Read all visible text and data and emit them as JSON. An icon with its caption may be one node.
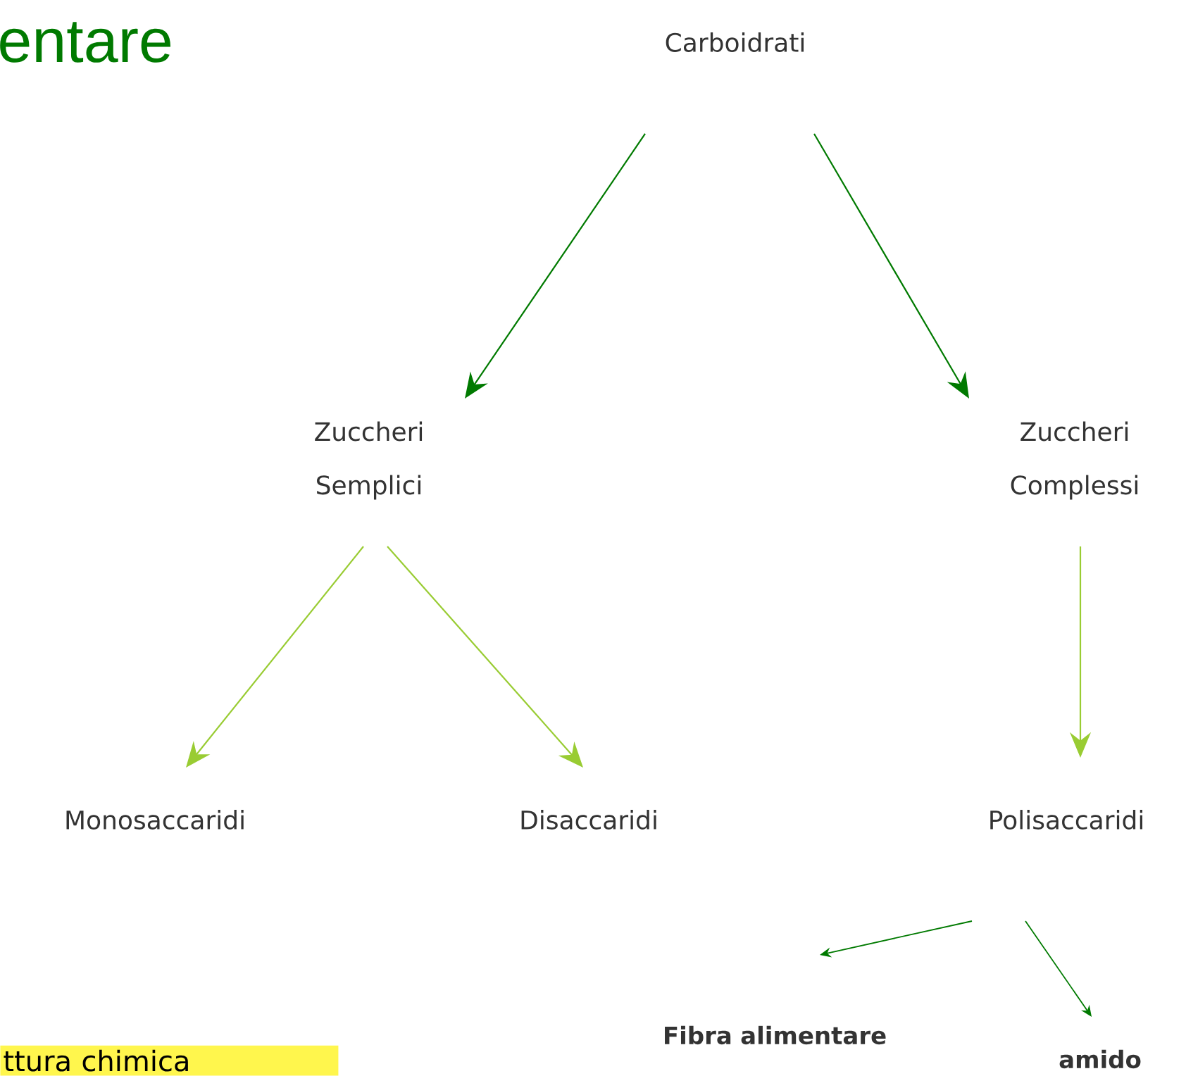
{
  "diagram": {
    "title": "entare",
    "nodes": [
      {
        "text": [
          "Carboidrati"
        ]
      },
      {
        "text": [
          "Zuccheri Semplici"
        ]
      },
      {
        "text": [
          "Zuccheri Complessi"
        ]
      },
      {
        "text": [
          "Monosaccaridi"
        ]
      },
      {
        "text": [
          "Disaccaridi"
        ]
      },
      {
        "text": [
          "Polisaccaridi"
        ]
      },
      {
        "text": [
          "Fibra alimentare"
        ]
      },
      {
        "text": [
          "amido"
        ]
      }
    ],
    "edges": [
      {
        "from": 0,
        "to": 1,
        "arrow": "to"
      },
      {
        "from": 0,
        "to": 2,
        "arrow": "to"
      },
      {
        "from": 1,
        "to": 3,
        "arrow": "to",
        "color": "#99cc33"
      },
      {
        "from": 1,
        "to": 4,
        "arrow": "to",
        "color": "#99cc33"
      },
      {
        "from": 2,
        "to": 5,
        "arrow": "to",
        "color": "#99cc33"
      },
      {
        "from": 5,
        "to": 6,
        "arrow": "to"
      },
      {
        "from": 5,
        "to": 7,
        "arrow": "to"
      }
    ],
    "labels": [
      "ttura chimica"
    ]
  }
}
